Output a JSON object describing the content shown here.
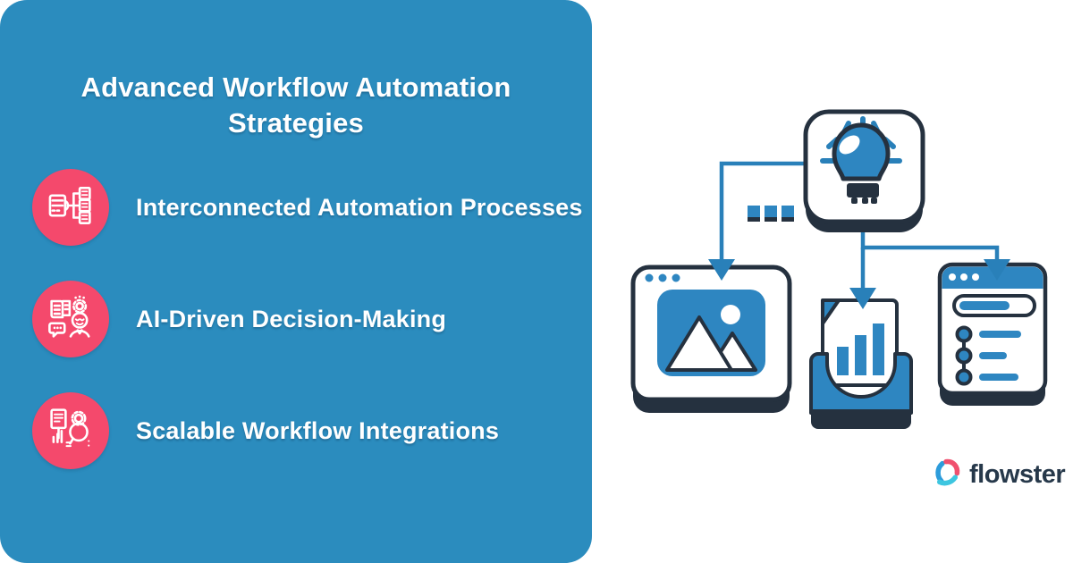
{
  "page": {
    "background_color": "#FFFFFF"
  },
  "panel": {
    "bg_color": "#2B8CBE",
    "title": "Advanced Workflow Automation Strategies",
    "items": [
      {
        "label": "Interconnected Automation Processes",
        "icon": "connected-documents-icon",
        "badge_color": "#F4496C"
      },
      {
        "label": "AI-Driven Decision-Making",
        "icon": "ai-assistant-icon",
        "badge_color": "#F4496C"
      },
      {
        "label": "Scalable Workflow Integrations",
        "icon": "analysis-magnifier-icon",
        "badge_color": "#F4496C"
      }
    ]
  },
  "illustration": {
    "accent_color": "#2E86C1",
    "outline_color": "#25313F",
    "connector_color": "#2980B9",
    "nodes": [
      "idea-lightbulb",
      "image-window",
      "report-document-tray",
      "task-list-window"
    ]
  },
  "brand": {
    "name": "flowster",
    "wordmark_color": "#26384A",
    "logo_colors": [
      "#2D9CDB",
      "#F0506E",
      "#3EC6E0"
    ]
  }
}
